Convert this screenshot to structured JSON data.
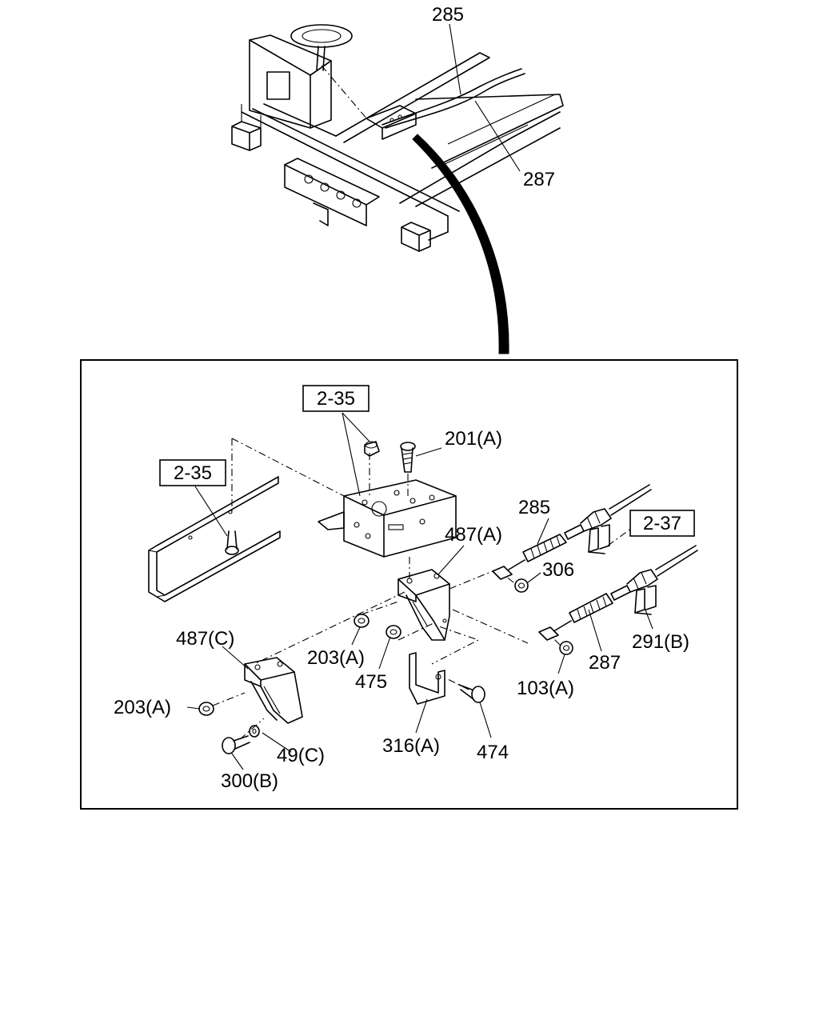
{
  "overview_labels": {
    "cable_285": "285",
    "cable_287": "287"
  },
  "ref_boxes": {
    "ref_upper": "2-35",
    "ref_left": "2-35",
    "ref_right": "2-37"
  },
  "labels": {
    "bolt_201a": "201(A)",
    "cable_285": "285",
    "bracket_487a": "487(A)",
    "nut_306": "306",
    "clip_291b": "291(B)",
    "cable_287": "287",
    "nut_103a": "103(A)",
    "bracket_487c": "487(C)",
    "nut_203a_upper": "203(A)",
    "nut_475": "475",
    "nut_203a_lower": "203(A)",
    "washer_49c": "49(C)",
    "bolt_300b": "300(B)",
    "bracket_316a": "316(A)",
    "bolt_474": "474"
  }
}
